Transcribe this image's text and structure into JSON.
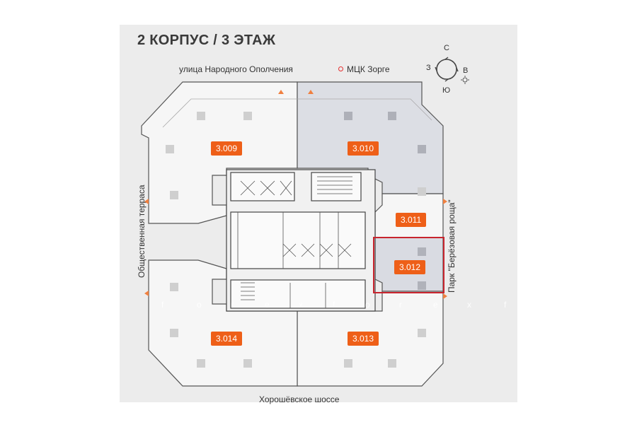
{
  "header": {
    "title": "2 КОРПУС / 3 ЭТАЖ"
  },
  "streets": {
    "top": "улица Народного Ополчения",
    "bottom": "Хорошёвское шоссе",
    "left": "Общественная терраса",
    "right": "Парк \"Берёзовая роща\""
  },
  "metro": {
    "label": "МЦК Зорге",
    "dot_color": "#e53030"
  },
  "compass": {
    "north": "С",
    "south": "Ю",
    "west": "З",
    "east": "В",
    "icon": "compass-icon"
  },
  "units": [
    {
      "id": "3.009",
      "available": true
    },
    {
      "id": "3.010",
      "available": false
    },
    {
      "id": "3.011",
      "available": true
    },
    {
      "id": "3.012",
      "available": false,
      "selected": true
    },
    {
      "id": "3.013",
      "available": true
    },
    {
      "id": "3.014",
      "available": true
    }
  ],
  "watermark": [
    "f",
    "o",
    "r",
    "e",
    "x",
    "f",
    "o",
    "r",
    "e",
    "x",
    "f"
  ],
  "colors": {
    "accent": "#ee5f18",
    "selected_border": "#c8242e",
    "unavailable_fill": "#d9dbe2"
  }
}
